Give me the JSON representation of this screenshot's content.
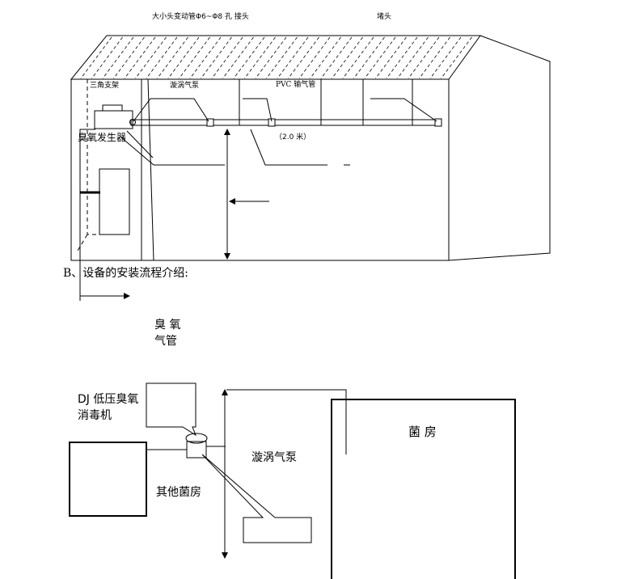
{
  "top_diagram": {
    "title_label": "大小头变动管Φ6~Φ8 孔  接头",
    "end_cap_label": "堵头",
    "tripod_label": "三角支架",
    "pump_label": "漩涡气泵",
    "pvc_label": "PVC 输气管",
    "length_label": "（2.0 米）",
    "generator_label": "臭氧发生器"
  },
  "section_heading": "B、设备的安装流程介绍:",
  "bottom_diagram": {
    "ozone_pipe_label_line1": "臭    氧",
    "ozone_pipe_label_line2": "气管",
    "machine_label_line1": "DJ 低压臭氧",
    "machine_label_line2": "消毒机",
    "pump_label": "漩涡气泵",
    "other_rooms_label": "其他菌房",
    "room_label": "菌        房"
  }
}
